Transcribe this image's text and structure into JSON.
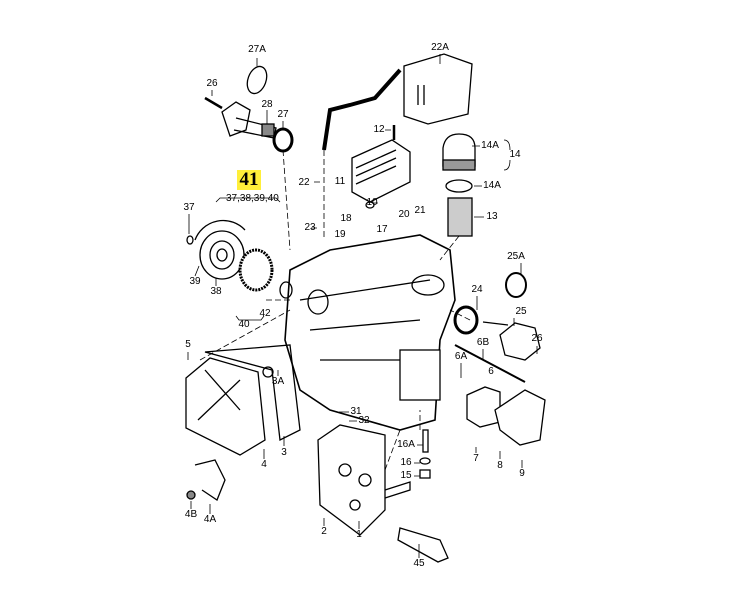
{
  "diagram": {
    "highlight_group": {
      "number": "41",
      "members": "37,38,39,40"
    },
    "labels": {
      "l27A": "27A",
      "l26a": "26",
      "l28": "28",
      "l27": "27",
      "l22A": "22A",
      "l12": "12",
      "l14Aa": "14A",
      "l14": "14",
      "l22": "22",
      "l11": "11",
      "l10": "10",
      "l14Ab": "14A",
      "l13": "13",
      "l37": "37",
      "l18": "18",
      "l17": "17",
      "l20": "20",
      "l21": "21",
      "l23": "23",
      "l19": "19",
      "l25A": "25A",
      "l39": "39",
      "l38": "38",
      "l24": "24",
      "l25": "25",
      "l26b": "26",
      "l40": "40",
      "l42": "42",
      "l6B": "6B",
      "l5": "5",
      "l6A": "6A",
      "l6": "6",
      "l3A": "3A",
      "l7": "7",
      "l31": "31",
      "l32": "32",
      "l4": "4",
      "l3": "3",
      "l16A": "16A",
      "l16": "16",
      "l15": "15",
      "l8": "8",
      "l9": "9",
      "l4B": "4B",
      "l4A": "4A",
      "l2": "2",
      "l1": "1",
      "l45": "45"
    },
    "highlight_color": "#ffef3a"
  }
}
